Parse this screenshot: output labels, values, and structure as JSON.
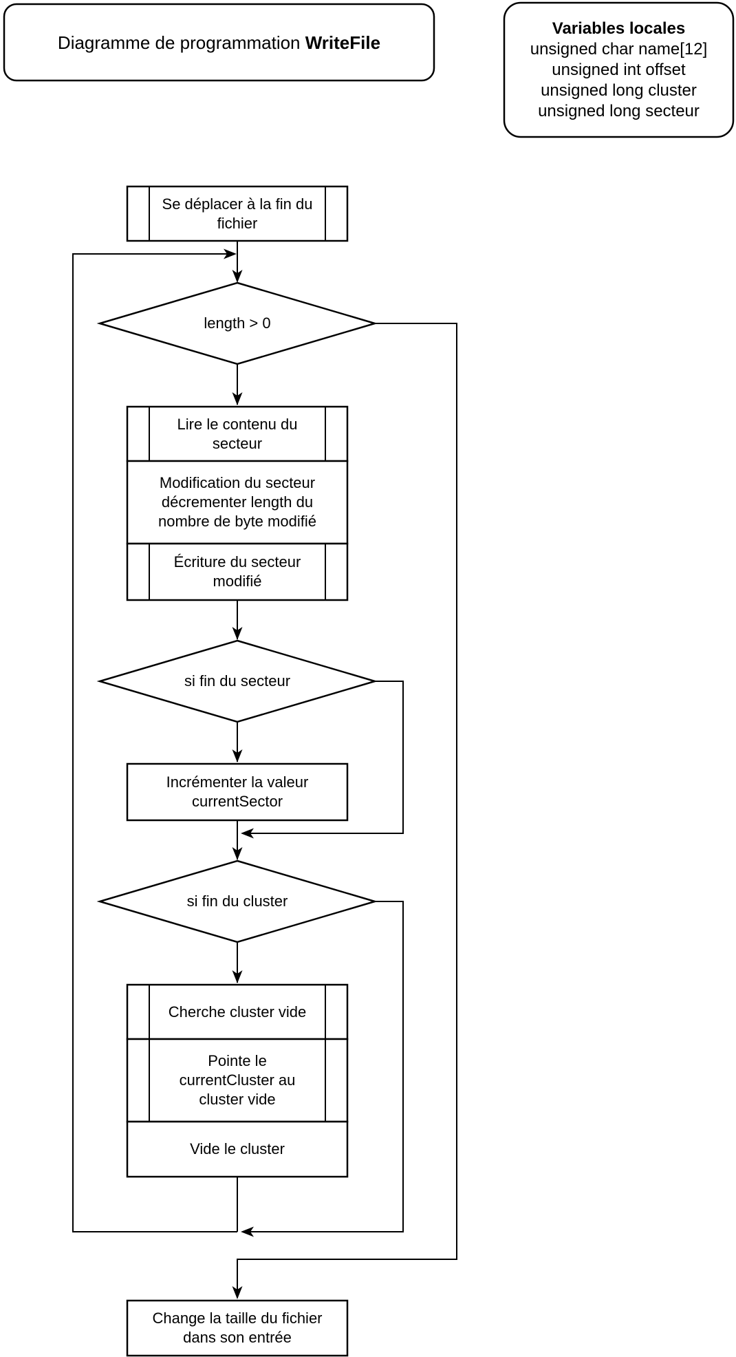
{
  "diagram": {
    "colors": {
      "stroke": "#000000",
      "fill": "#ffffff"
    },
    "title": {
      "text": "Diagramme de programmation ",
      "emphasis": "WriteFile"
    },
    "variables_box": {
      "heading": "Variables locales",
      "lines": [
        "unsigned char name[12]",
        "unsigned int offset",
        "unsigned long cluster",
        "unsigned long secteur"
      ]
    },
    "nodes": {
      "move_to_end": {
        "type": "predefined-process",
        "lines": [
          "Se déplacer à la fin du",
          "fichier"
        ]
      },
      "length_check": {
        "type": "decision",
        "lines": [
          "length > 0"
        ]
      },
      "read_sector": {
        "type": "predefined-process",
        "lines": [
          "Lire le contenu du",
          "secteur"
        ]
      },
      "modify_sector": {
        "type": "process",
        "lines": [
          "Modification du secteur",
          "décrementer length du",
          "nombre de byte modifié"
        ]
      },
      "write_sector": {
        "type": "predefined-process",
        "lines": [
          "Écriture du secteur",
          "modifié"
        ]
      },
      "sector_end_check": {
        "type": "decision",
        "lines": [
          "si fin du secteur"
        ]
      },
      "increment_sector": {
        "type": "process",
        "lines": [
          "Incrémenter la valeur",
          "currentSector"
        ]
      },
      "cluster_end_check": {
        "type": "decision",
        "lines": [
          "si fin du cluster"
        ]
      },
      "find_empty_cluster": {
        "type": "predefined-process",
        "lines": [
          "Cherche cluster vide"
        ]
      },
      "point_current_cluster": {
        "type": "predefined-process",
        "lines": [
          "Pointe le",
          "currentCluster au",
          "cluster vide"
        ]
      },
      "empty_the_cluster": {
        "type": "process",
        "lines": [
          "Vide le cluster"
        ]
      },
      "change_file_size": {
        "type": "process",
        "lines": [
          "Change la taille du fichier",
          "dans son entrée"
        ]
      }
    }
  }
}
